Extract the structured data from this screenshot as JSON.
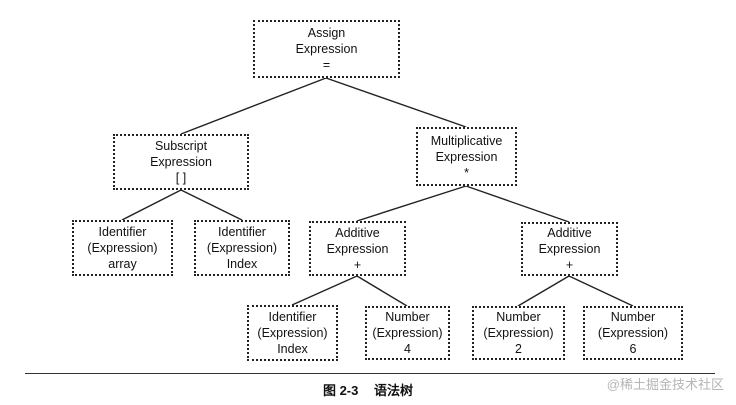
{
  "nodes": {
    "assign": [
      "Assign",
      "Expression",
      "="
    ],
    "subscript": [
      "Subscript",
      "Expression",
      "[ ]"
    ],
    "multiplicative": [
      "Multiplicative",
      "Expression",
      "*"
    ],
    "identifier_array": [
      "Identifier",
      "(Expression)",
      "array"
    ],
    "identifier_index_1": [
      "Identifier",
      "(Expression)",
      "Index"
    ],
    "additive_1": [
      "Additive",
      "Expression",
      "+"
    ],
    "additive_2": [
      "Additive",
      "Expression",
      "+"
    ],
    "identifier_index_2": [
      "Identifier",
      "(Expression)",
      "Index"
    ],
    "number_4": [
      "Number",
      "(Expression)",
      "4"
    ],
    "number_2": [
      "Number",
      "(Expression)",
      "2"
    ],
    "number_6": [
      "Number",
      "(Expression)",
      "6"
    ]
  },
  "caption": {
    "figure_number": "图 2-3",
    "title": "语法树"
  },
  "watermark": "@稀土掘金技术社区"
}
